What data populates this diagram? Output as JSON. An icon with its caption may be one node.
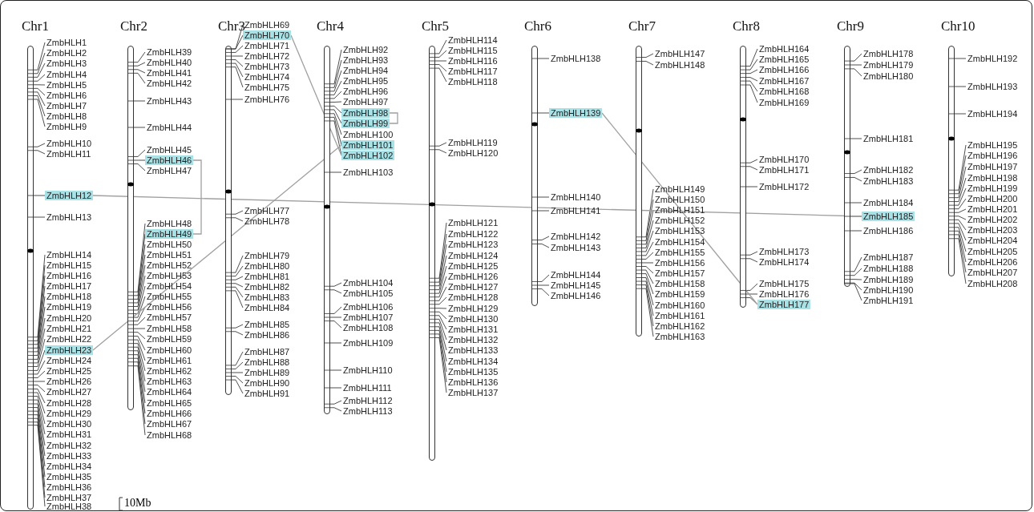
{
  "diagram": {
    "nodes": [
      {
        "text": [],
        "shape": "bar"
      },
      {
        "text": [
          "ZmbHLH1"
        ]
      },
      {
        "text": [
          "ZmbHLH2"
        ]
      },
      {
        "text": [
          "ZmbHLH3"
        ]
      },
      {
        "text": [
          "ZmbHLH4"
        ]
      },
      {
        "text": [
          "ZmbHLH5"
        ]
      },
      {
        "text": [
          "ZmbHLH6"
        ]
      },
      {
        "text": [
          "ZmbHLH7"
        ]
      },
      {
        "text": [
          "ZmbHLH8"
        ]
      },
      {
        "text": [
          "ZmbHLH9"
        ]
      },
      {
        "text": [
          "ZmbHLH10"
        ]
      },
      {
        "text": [
          "ZmbHLH11"
        ]
      },
      {
        "text": [
          "ZmbHLH12"
        ]
      },
      {
        "text": [
          "ZmbHLH13"
        ]
      },
      {
        "text": [
          "ZmbHLH14"
        ]
      },
      {
        "text": [
          "ZmbHLH15"
        ]
      },
      {
        "text": [
          "ZmbHLH16"
        ]
      },
      {
        "text": [
          "ZmbHLH17"
        ]
      },
      {
        "text": [
          "ZmbHLH18"
        ]
      },
      {
        "text": [
          "ZmbHLH19"
        ]
      },
      {
        "text": [
          "ZmbHLH20"
        ]
      },
      {
        "text": [
          "ZmbHLH21"
        ]
      },
      {
        "text": [
          "ZmbHLH22"
        ]
      },
      {
        "text": [
          "ZmbHLH23"
        ]
      },
      {
        "text": [
          "ZmbHLH24"
        ]
      },
      {
        "text": [
          "ZmbHLH25"
        ]
      },
      {
        "text": [
          "ZmbHLH26"
        ]
      },
      {
        "text": [
          "ZmbHLH27"
        ]
      },
      {
        "text": [
          "ZmbHLH28"
        ]
      },
      {
        "text": [
          "ZmbHLH29"
        ]
      },
      {
        "text": [
          "ZmbHLH30"
        ]
      },
      {
        "text": [
          "ZmbHLH31"
        ]
      },
      {
        "text": [
          "ZmbHLH32"
        ]
      },
      {
        "text": [
          "ZmbHLH33"
        ]
      },
      {
        "text": [
          "ZmbHLH34"
        ]
      },
      {
        "text": [
          "ZmbHLH35"
        ]
      },
      {
        "text": [
          "ZmbHLH36"
        ]
      },
      {
        "text": [
          "ZmbHLH37"
        ]
      },
      {
        "text": [
          "ZmbHLH38"
        ]
      },
      {
        "text": [],
        "shape": "bar"
      },
      {
        "text": [
          "ZmbHLH39"
        ]
      },
      {
        "text": [
          "ZmbHLH40"
        ]
      },
      {
        "text": [
          "ZmbHLH41"
        ]
      },
      {
        "text": [
          "ZmbHLH42"
        ]
      },
      {
        "text": [
          "ZmbHLH43"
        ]
      },
      {
        "text": [
          "ZmbHLH44"
        ]
      },
      {
        "text": [
          "ZmbHLH45"
        ]
      },
      {
        "text": [
          "ZmbHLH46"
        ]
      },
      {
        "text": [
          "ZmbHLH47"
        ]
      },
      {
        "text": [
          "ZmbHLH48"
        ]
      },
      {
        "text": [
          "ZmbHLH49"
        ]
      },
      {
        "text": [
          "ZmbHLH50"
        ]
      },
      {
        "text": [
          "ZmbHLH51"
        ]
      },
      {
        "text": [
          "ZmbHLH52"
        ]
      },
      {
        "text": [
          "ZmbHLH53"
        ]
      },
      {
        "text": [
          "ZmbHLH54"
        ]
      },
      {
        "text": [
          "ZmbHLH55"
        ]
      },
      {
        "text": [
          "ZmbHLH56"
        ]
      },
      {
        "text": [
          "ZmbHLH57"
        ]
      },
      {
        "text": [
          "ZmbHLH58"
        ]
      },
      {
        "text": [
          "ZmbHLH59"
        ]
      },
      {
        "text": [
          "ZmbHLH60"
        ]
      },
      {
        "text": [
          "ZmbHLH61"
        ]
      },
      {
        "text": [
          "ZmbHLH62"
        ]
      },
      {
        "text": [
          "ZmbHLH63"
        ]
      },
      {
        "text": [
          "ZmbHLH64"
        ]
      },
      {
        "text": [
          "ZmbHLH65"
        ]
      },
      {
        "text": [
          "ZmbHLH66"
        ]
      },
      {
        "text": [
          "ZmbHLH67"
        ]
      },
      {
        "text": [
          "ZmbHLH68"
        ]
      },
      {
        "text": [],
        "shape": "bar"
      },
      {
        "text": [
          "ZmbHLH69"
        ]
      },
      {
        "text": [
          "ZmbHLH70"
        ]
      },
      {
        "text": [
          "ZmbHLH71"
        ]
      },
      {
        "text": [
          "ZmbHLH72"
        ]
      },
      {
        "text": [
          "ZmbHLH73"
        ]
      },
      {
        "text": [
          "ZmbHLH74"
        ]
      },
      {
        "text": [
          "ZmbHLH75"
        ]
      },
      {
        "text": [
          "ZmbHLH76"
        ]
      },
      {
        "text": [
          "ZmbHLH77"
        ]
      },
      {
        "text": [
          "ZmbHLH78"
        ]
      },
      {
        "text": [
          "ZmbHLH79"
        ]
      },
      {
        "text": [
          "ZmbHLH80"
        ]
      },
      {
        "text": [
          "ZmbHLH81"
        ]
      },
      {
        "text": [
          "ZmbHLH82"
        ]
      },
      {
        "text": [
          "ZmbHLH83"
        ]
      },
      {
        "text": [
          "ZmbHLH84"
        ]
      },
      {
        "text": [
          "ZmbHLH85"
        ]
      },
      {
        "text": [
          "ZmbHLH86"
        ]
      },
      {
        "text": [
          "ZmbHLH87"
        ]
      },
      {
        "text": [
          "ZmbHLH88"
        ]
      },
      {
        "text": [
          "ZmbHLH89"
        ]
      },
      {
        "text": [
          "ZmbHLH90"
        ]
      },
      {
        "text": [
          "ZmbHLH91"
        ]
      },
      {
        "text": [],
        "shape": "bar"
      },
      {
        "text": [
          "ZmbHLH92"
        ]
      },
      {
        "text": [
          "ZmbHLH93"
        ]
      },
      {
        "text": [
          "ZmbHLH94"
        ]
      },
      {
        "text": [
          "ZmbHLH95"
        ]
      },
      {
        "text": [
          "ZmbHLH96"
        ]
      },
      {
        "text": [
          "ZmbHLH97"
        ]
      },
      {
        "text": [
          "ZmbHLH98"
        ]
      },
      {
        "text": [
          "ZmbHLH99"
        ]
      },
      {
        "text": [
          "ZmbHLH100"
        ]
      },
      {
        "text": [
          "ZmbHLH101"
        ]
      },
      {
        "text": [
          "ZmbHLH102"
        ]
      },
      {
        "text": [
          "ZmbHLH103"
        ]
      },
      {
        "text": [
          "ZmbHLH104"
        ]
      },
      {
        "text": [
          "ZmbHLH105"
        ]
      },
      {
        "text": [
          "ZmbHLH106"
        ]
      },
      {
        "text": [
          "ZmbHLH107"
        ]
      },
      {
        "text": [
          "ZmbHLH108"
        ]
      },
      {
        "text": [
          "ZmbHLH109"
        ]
      },
      {
        "text": [
          "ZmbHLH110"
        ]
      },
      {
        "text": [
          "ZmbHLH111"
        ]
      },
      {
        "text": [
          "ZmbHLH112"
        ]
      },
      {
        "text": [
          "ZmbHLH113"
        ]
      },
      {
        "text": [],
        "shape": "bar"
      },
      {
        "text": [
          "ZmbHLH114"
        ]
      },
      {
        "text": [
          "ZmbHLH115"
        ]
      },
      {
        "text": [
          "ZmbHLH116"
        ]
      },
      {
        "text": [
          "ZmbHLH117"
        ]
      },
      {
        "text": [
          "ZmbHLH118"
        ]
      },
      {
        "text": [
          "ZmbHLH119"
        ]
      },
      {
        "text": [
          "ZmbHLH120"
        ]
      },
      {
        "text": [
          "ZmbHLH121"
        ]
      },
      {
        "text": [
          "ZmbHLH122"
        ]
      },
      {
        "text": [
          "ZmbHLH123"
        ]
      },
      {
        "text": [
          "ZmbHLH124"
        ]
      },
      {
        "text": [
          "ZmbHLH125"
        ]
      },
      {
        "text": [
          "ZmbHLH126"
        ]
      },
      {
        "text": [
          "ZmbHLH127"
        ]
      },
      {
        "text": [
          "ZmbHLH128"
        ]
      },
      {
        "text": [
          "ZmbHLH129"
        ]
      },
      {
        "text": [
          "ZmbHLH130"
        ]
      },
      {
        "text": [
          "ZmbHLH131"
        ]
      },
      {
        "text": [
          "ZmbHLH132"
        ]
      },
      {
        "text": [
          "ZmbHLH133"
        ]
      },
      {
        "text": [
          "ZmbHLH134"
        ]
      },
      {
        "text": [
          "ZmbHLH135"
        ]
      },
      {
        "text": [
          "ZmbHLH136"
        ]
      },
      {
        "text": [
          "ZmbHLH137"
        ]
      },
      {
        "text": [],
        "shape": "bar"
      },
      {
        "text": [
          "ZmbHLH138"
        ]
      },
      {
        "text": [
          "ZmbHLH139"
        ]
      },
      {
        "text": [
          "ZmbHLH140"
        ]
      },
      {
        "text": [
          "ZmbHLH141"
        ]
      },
      {
        "text": [
          "ZmbHLH142"
        ]
      },
      {
        "text": [
          "ZmbHLH143"
        ]
      },
      {
        "text": [
          "ZmbHLH144"
        ]
      },
      {
        "text": [
          "ZmbHLH145"
        ]
      },
      {
        "text": [
          "ZmbHLH146"
        ]
      },
      {
        "text": [],
        "shape": "bar"
      },
      {
        "text": [
          "ZmbHLH147"
        ]
      },
      {
        "text": [
          "ZmbHLH148"
        ]
      },
      {
        "text": [
          "ZmbHLH149"
        ]
      },
      {
        "text": [
          "ZmbHLH150"
        ]
      },
      {
        "text": [
          "ZmbHLH151"
        ]
      },
      {
        "text": [
          "ZmbHLH152"
        ]
      },
      {
        "text": [
          "ZmbHLH153"
        ]
      },
      {
        "text": [
          "ZmbHLH154"
        ]
      },
      {
        "text": [
          "ZmbHLH155"
        ]
      },
      {
        "text": [
          "ZmbHLH156"
        ]
      },
      {
        "text": [
          "ZmbHLH157"
        ]
      },
      {
        "text": [
          "ZmbHLH158"
        ]
      },
      {
        "text": [
          "ZmbHLH159"
        ]
      },
      {
        "text": [
          "ZmbHLH160"
        ]
      },
      {
        "text": [
          "ZmbHLH161"
        ]
      },
      {
        "text": [
          "ZmbHLH162"
        ]
      },
      {
        "text": [
          "ZmbHLH163"
        ]
      },
      {
        "text": [],
        "shape": "bar"
      },
      {
        "text": [
          "ZmbHLH164"
        ]
      },
      {
        "text": [
          "ZmbHLH165"
        ]
      },
      {
        "text": [
          "ZmbHLH166"
        ]
      },
      {
        "text": [
          "ZmbHLH167"
        ]
      },
      {
        "text": [
          "ZmbHLH168"
        ]
      },
      {
        "text": [
          "ZmbHLH169"
        ]
      },
      {
        "text": [
          "ZmbHLH170"
        ]
      },
      {
        "text": [
          "ZmbHLH171"
        ]
      },
      {
        "text": [
          "ZmbHLH172"
        ]
      },
      {
        "text": [
          "ZmbHLH173"
        ]
      },
      {
        "text": [
          "ZmbHLH174"
        ]
      },
      {
        "text": [
          "ZmbHLH175"
        ]
      },
      {
        "text": [
          "ZmbHLH176"
        ]
      },
      {
        "text": [
          "ZmbHLH177"
        ]
      },
      {
        "text": [],
        "shape": "bar"
      },
      {
        "text": [
          "ZmbHLH178"
        ]
      },
      {
        "text": [
          "ZmbHLH179"
        ]
      },
      {
        "text": [
          "ZmbHLH180"
        ]
      },
      {
        "text": [
          "ZmbHLH181"
        ]
      },
      {
        "text": [
          "ZmbHLH182"
        ]
      },
      {
        "text": [
          "ZmbHLH183"
        ]
      },
      {
        "text": [
          "ZmbHLH184"
        ]
      },
      {
        "text": [
          "ZmbHLH185"
        ]
      },
      {
        "text": [
          "ZmbHLH186"
        ]
      },
      {
        "text": [
          "ZmbHLH187"
        ]
      },
      {
        "text": [
          "ZmbHLH188"
        ]
      },
      {
        "text": [
          "ZmbHLH189"
        ]
      },
      {
        "text": [
          "ZmbHLH190"
        ]
      },
      {
        "text": [
          "ZmbHLH191"
        ]
      },
      {
        "text": [],
        "shape": "bar"
      },
      {
        "text": [
          "ZmbHLH192"
        ]
      },
      {
        "text": [
          "ZmbHLH193"
        ]
      },
      {
        "text": [
          "ZmbHLH194"
        ]
      },
      {
        "text": [
          "ZmbHLH195"
        ]
      },
      {
        "text": [
          "ZmbHLH196"
        ]
      },
      {
        "text": [
          "ZmbHLH197"
        ]
      },
      {
        "text": [
          "ZmbHLH198"
        ]
      },
      {
        "text": [
          "ZmbHLH199"
        ]
      },
      {
        "text": [
          "ZmbHLH200"
        ]
      },
      {
        "text": [
          "ZmbHLH201"
        ]
      },
      {
        "text": [
          "ZmbHLH202"
        ]
      },
      {
        "text": [
          "ZmbHLH203"
        ]
      },
      {
        "text": [
          "ZmbHLH204"
        ]
      },
      {
        "text": [
          "ZmbHLH205"
        ]
      },
      {
        "text": [
          "ZmbHLH206"
        ]
      },
      {
        "text": [
          "ZmbHLH207"
        ]
      },
      {
        "text": [
          "ZmbHLH208"
        ]
      }
    ],
    "edges": [
      {
        "from": 1,
        "to": 0,
        "arrow": "none"
      },
      {
        "from": 2,
        "to": 0,
        "arrow": "none"
      },
      {
        "from": 3,
        "to": 0,
        "arrow": "none"
      },
      {
        "from": 4,
        "to": 0,
        "arrow": "none"
      },
      {
        "from": 5,
        "to": 0,
        "arrow": "none"
      },
      {
        "from": 6,
        "to": 0,
        "arrow": "none"
      },
      {
        "from": 7,
        "to": 0,
        "arrow": "none"
      },
      {
        "from": 8,
        "to": 0,
        "arrow": "none"
      },
      {
        "from": 9,
        "to": 0,
        "arrow": "none"
      },
      {
        "from": 10,
        "to": 0,
        "arrow": "none"
      },
      {
        "from": 11,
        "to": 0,
        "arrow": "none"
      },
      {
        "from": 12,
        "to": 0,
        "arrow": "none"
      },
      {
        "from": 13,
        "to": 0,
        "arrow": "none"
      },
      {
        "from": 14,
        "to": 0,
        "arrow": "none"
      },
      {
        "from": 15,
        "to": 0,
        "arrow": "none"
      },
      {
        "from": 16,
        "to": 0,
        "arrow": "none"
      },
      {
        "from": 17,
        "to": 0,
        "arrow": "none"
      },
      {
        "from": 18,
        "to": 0,
        "arrow": "none"
      },
      {
        "from": 19,
        "to": 0,
        "arrow": "none"
      },
      {
        "from": 20,
        "to": 0,
        "arrow": "none"
      },
      {
        "from": 21,
        "to": 0,
        "arrow": "none"
      },
      {
        "from": 22,
        "to": 0,
        "arrow": "none"
      },
      {
        "from": 23,
        "to": 0,
        "arrow": "none"
      },
      {
        "from": 24,
        "to": 0,
        "arrow": "none"
      },
      {
        "from": 25,
        "to": 0,
        "arrow": "none"
      },
      {
        "from": 26,
        "to": 0,
        "arrow": "none"
      },
      {
        "from": 27,
        "to": 0,
        "arrow": "none"
      },
      {
        "from": 28,
        "to": 0,
        "arrow": "none"
      },
      {
        "from": 29,
        "to": 0,
        "arrow": "none"
      },
      {
        "from": 30,
        "to": 0,
        "arrow": "none"
      },
      {
        "from": 31,
        "to": 0,
        "arrow": "none"
      },
      {
        "from": 32,
        "to": 0,
        "arrow": "none"
      },
      {
        "from": 33,
        "to": 0,
        "arrow": "none"
      },
      {
        "from": 34,
        "to": 0,
        "arrow": "none"
      },
      {
        "from": 35,
        "to": 0,
        "arrow": "none"
      },
      {
        "from": 36,
        "to": 0,
        "arrow": "none"
      },
      {
        "from": 37,
        "to": 0,
        "arrow": "none"
      },
      {
        "from": 38,
        "to": 0,
        "arrow": "none"
      },
      {
        "from": 40,
        "to": 39,
        "arrow": "none"
      },
      {
        "from": 41,
        "to": 39,
        "arrow": "none"
      },
      {
        "from": 42,
        "to": 39,
        "arrow": "none"
      },
      {
        "from": 43,
        "to": 39,
        "arrow": "none"
      },
      {
        "from": 44,
        "to": 39,
        "arrow": "none"
      },
      {
        "from": 45,
        "to": 39,
        "arrow": "none"
      },
      {
        "from": 46,
        "to": 39,
        "arrow": "none"
      },
      {
        "from": 47,
        "to": 39,
        "arrow": "none"
      },
      {
        "from": 48,
        "to": 39,
        "arrow": "none"
      },
      {
        "from": 49,
        "to": 39,
        "arrow": "none"
      },
      {
        "from": 50,
        "to": 39,
        "arrow": "none"
      },
      {
        "from": 51,
        "to": 39,
        "arrow": "none"
      },
      {
        "from": 52,
        "to": 39,
        "arrow": "none"
      },
      {
        "from": 53,
        "to": 39,
        "arrow": "none"
      },
      {
        "from": 54,
        "to": 39,
        "arrow": "none"
      },
      {
        "from": 55,
        "to": 39,
        "arrow": "none"
      },
      {
        "from": 56,
        "to": 39,
        "arrow": "none"
      },
      {
        "from": 57,
        "to": 39,
        "arrow": "none"
      },
      {
        "from": 58,
        "to": 39,
        "arrow": "none"
      },
      {
        "from": 59,
        "to": 39,
        "arrow": "none"
      },
      {
        "from": 60,
        "to": 39,
        "arrow": "none"
      },
      {
        "from": 61,
        "to": 39,
        "arrow": "none"
      },
      {
        "from": 62,
        "to": 39,
        "arrow": "none"
      },
      {
        "from": 63,
        "to": 39,
        "arrow": "none"
      },
      {
        "from": 64,
        "to": 39,
        "arrow": "none"
      },
      {
        "from": 65,
        "to": 39,
        "arrow": "none"
      },
      {
        "from": 66,
        "to": 39,
        "arrow": "none"
      },
      {
        "from": 67,
        "to": 39,
        "arrow": "none"
      },
      {
        "from": 68,
        "to": 39,
        "arrow": "none"
      },
      {
        "from": 69,
        "to": 39,
        "arrow": "none"
      },
      {
        "from": 71,
        "to": 70,
        "arrow": "none"
      },
      {
        "from": 72,
        "to": 70,
        "arrow": "none"
      },
      {
        "from": 73,
        "to": 70,
        "arrow": "none"
      },
      {
        "from": 74,
        "to": 70,
        "arrow": "none"
      },
      {
        "from": 75,
        "to": 70,
        "arrow": "none"
      },
      {
        "from": 76,
        "to": 70,
        "arrow": "none"
      },
      {
        "from": 77,
        "to": 70,
        "arrow": "none"
      },
      {
        "from": 78,
        "to": 70,
        "arrow": "none"
      },
      {
        "from": 79,
        "to": 70,
        "arrow": "none"
      },
      {
        "from": 80,
        "to": 70,
        "arrow": "none"
      },
      {
        "from": 81,
        "to": 70,
        "arrow": "none"
      },
      {
        "from": 82,
        "to": 70,
        "arrow": "none"
      },
      {
        "from": 83,
        "to": 70,
        "arrow": "none"
      },
      {
        "from": 84,
        "to": 70,
        "arrow": "none"
      },
      {
        "from": 85,
        "to": 70,
        "arrow": "none"
      },
      {
        "from": 86,
        "to": 70,
        "arrow": "none"
      },
      {
        "from": 87,
        "to": 70,
        "arrow": "none"
      },
      {
        "from": 88,
        "to": 70,
        "arrow": "none"
      },
      {
        "from": 89,
        "to": 70,
        "arrow": "none"
      },
      {
        "from": 90,
        "to": 70,
        "arrow": "none"
      },
      {
        "from": 91,
        "to": 70,
        "arrow": "none"
      },
      {
        "from": 92,
        "to": 70,
        "arrow": "none"
      },
      {
        "from": 93,
        "to": 70,
        "arrow": "none"
      },
      {
        "from": 95,
        "to": 94,
        "arrow": "none"
      },
      {
        "from": 96,
        "to": 94,
        "arrow": "none"
      },
      {
        "from": 97,
        "to": 94,
        "arrow": "none"
      },
      {
        "from": 98,
        "to": 94,
        "arrow": "none"
      },
      {
        "from": 99,
        "to": 94,
        "arrow": "none"
      },
      {
        "from": 100,
        "to": 94,
        "arrow": "none"
      },
      {
        "from": 101,
        "to": 94,
        "arrow": "none"
      },
      {
        "from": 102,
        "to": 94,
        "arrow": "none"
      },
      {
        "from": 103,
        "to": 94,
        "arrow": "none"
      },
      {
        "from": 104,
        "to": 94,
        "arrow": "none"
      },
      {
        "from": 105,
        "to": 94,
        "arrow": "none"
      },
      {
        "from": 106,
        "to": 94,
        "arrow": "none"
      },
      {
        "from": 107,
        "to": 94,
        "arrow": "none"
      },
      {
        "from": 108,
        "to": 94,
        "arrow": "none"
      },
      {
        "from": 109,
        "to": 94,
        "arrow": "none"
      },
      {
        "from": 110,
        "to": 94,
        "arrow": "none"
      },
      {
        "from": 111,
        "to": 94,
        "arrow": "none"
      },
      {
        "from": 112,
        "to": 94,
        "arrow": "none"
      },
      {
        "from": 113,
        "to": 94,
        "arrow": "none"
      },
      {
        "from": 114,
        "to": 94,
        "arrow": "none"
      },
      {
        "from": 115,
        "to": 94,
        "arrow": "none"
      },
      {
        "from": 116,
        "to": 94,
        "arrow": "none"
      },
      {
        "from": 118,
        "to": 117,
        "arrow": "none"
      },
      {
        "from": 119,
        "to": 117,
        "arrow": "none"
      },
      {
        "from": 120,
        "to": 117,
        "arrow": "none"
      },
      {
        "from": 121,
        "to": 117,
        "arrow": "none"
      },
      {
        "from": 122,
        "to": 117,
        "arrow": "none"
      },
      {
        "from": 123,
        "to": 117,
        "arrow": "none"
      },
      {
        "from": 124,
        "to": 117,
        "arrow": "none"
      },
      {
        "from": 125,
        "to": 117,
        "arrow": "none"
      },
      {
        "from": 126,
        "to": 117,
        "arrow": "none"
      },
      {
        "from": 127,
        "to": 117,
        "arrow": "none"
      },
      {
        "from": 128,
        "to": 117,
        "arrow": "none"
      },
      {
        "from": 129,
        "to": 117,
        "arrow": "none"
      },
      {
        "from": 130,
        "to": 117,
        "arrow": "none"
      },
      {
        "from": 131,
        "to": 117,
        "arrow": "none"
      },
      {
        "from": 132,
        "to": 117,
        "arrow": "none"
      },
      {
        "from": 133,
        "to": 117,
        "arrow": "none"
      },
      {
        "from": 134,
        "to": 117,
        "arrow": "none"
      },
      {
        "from": 135,
        "to": 117,
        "arrow": "none"
      },
      {
        "from": 136,
        "to": 117,
        "arrow": "none"
      },
      {
        "from": 137,
        "to": 117,
        "arrow": "none"
      },
      {
        "from": 138,
        "to": 117,
        "arrow": "none"
      },
      {
        "from": 139,
        "to": 117,
        "arrow": "none"
      },
      {
        "from": 140,
        "to": 117,
        "arrow": "none"
      },
      {
        "from": 141,
        "to": 117,
        "arrow": "none"
      },
      {
        "from": 143,
        "to": 142,
        "arrow": "none"
      },
      {
        "from": 144,
        "to": 142,
        "arrow": "none"
      },
      {
        "from": 145,
        "to": 142,
        "arrow": "none"
      },
      {
        "from": 146,
        "to": 142,
        "arrow": "none"
      },
      {
        "from": 147,
        "to": 142,
        "arrow": "none"
      },
      {
        "from": 148,
        "to": 142,
        "arrow": "none"
      },
      {
        "from": 149,
        "to": 142,
        "arrow": "none"
      },
      {
        "from": 150,
        "to": 142,
        "arrow": "none"
      },
      {
        "from": 151,
        "to": 142,
        "arrow": "none"
      },
      {
        "from": 153,
        "to": 152,
        "arrow": "none"
      },
      {
        "from": 154,
        "to": 152,
        "arrow": "none"
      },
      {
        "from": 155,
        "to": 152,
        "arrow": "none"
      },
      {
        "from": 156,
        "to": 152,
        "arrow": "none"
      },
      {
        "from": 157,
        "to": 152,
        "arrow": "none"
      },
      {
        "from": 158,
        "to": 152,
        "arrow": "none"
      },
      {
        "from": 159,
        "to": 152,
        "arrow": "none"
      },
      {
        "from": 160,
        "to": 152,
        "arrow": "none"
      },
      {
        "from": 161,
        "to": 152,
        "arrow": "none"
      },
      {
        "from": 162,
        "to": 152,
        "arrow": "none"
      },
      {
        "from": 163,
        "to": 152,
        "arrow": "none"
      },
      {
        "from": 164,
        "to": 152,
        "arrow": "none"
      },
      {
        "from": 165,
        "to": 152,
        "arrow": "none"
      },
      {
        "from": 166,
        "to": 152,
        "arrow": "none"
      },
      {
        "from": 167,
        "to": 152,
        "arrow": "none"
      },
      {
        "from": 168,
        "to": 152,
        "arrow": "none"
      },
      {
        "from": 169,
        "to": 152,
        "arrow": "none"
      },
      {
        "from": 171,
        "to": 170,
        "arrow": "none"
      },
      {
        "from": 172,
        "to": 170,
        "arrow": "none"
      },
      {
        "from": 173,
        "to": 170,
        "arrow": "none"
      },
      {
        "from": 174,
        "to": 170,
        "arrow": "none"
      },
      {
        "from": 175,
        "to": 170,
        "arrow": "none"
      },
      {
        "from": 176,
        "to": 170,
        "arrow": "none"
      },
      {
        "from": 177,
        "to": 170,
        "arrow": "none"
      },
      {
        "from": 178,
        "to": 170,
        "arrow": "none"
      },
      {
        "from": 179,
        "to": 170,
        "arrow": "none"
      },
      {
        "from": 180,
        "to": 170,
        "arrow": "none"
      },
      {
        "from": 181,
        "to": 170,
        "arrow": "none"
      },
      {
        "from": 182,
        "to": 170,
        "arrow": "none"
      },
      {
        "from": 183,
        "to": 170,
        "arrow": "none"
      },
      {
        "from": 184,
        "to": 170,
        "arrow": "none"
      },
      {
        "from": 186,
        "to": 185,
        "arrow": "none"
      },
      {
        "from": 187,
        "to": 185,
        "arrow": "none"
      },
      {
        "from": 188,
        "to": 185,
        "arrow": "none"
      },
      {
        "from": 189,
        "to": 185,
        "arrow": "none"
      },
      {
        "from": 190,
        "to": 185,
        "arrow": "none"
      },
      {
        "from": 191,
        "to": 185,
        "arrow": "none"
      },
      {
        "from": 192,
        "to": 185,
        "arrow": "none"
      },
      {
        "from": 193,
        "to": 185,
        "arrow": "none"
      },
      {
        "from": 194,
        "to": 185,
        "arrow": "none"
      },
      {
        "from": 195,
        "to": 185,
        "arrow": "none"
      },
      {
        "from": 196,
        "to": 185,
        "arrow": "none"
      },
      {
        "from": 197,
        "to": 185,
        "arrow": "none"
      },
      {
        "from": 198,
        "to": 185,
        "arrow": "none"
      },
      {
        "from": 199,
        "to": 185,
        "arrow": "none"
      },
      {
        "from": 201,
        "to": 200,
        "arrow": "none"
      },
      {
        "from": 202,
        "to": 200,
        "arrow": "none"
      },
      {
        "from": 203,
        "to": 200,
        "arrow": "none"
      },
      {
        "from": 204,
        "to": 200,
        "arrow": "none"
      },
      {
        "from": 205,
        "to": 200,
        "arrow": "none"
      },
      {
        "from": 206,
        "to": 200,
        "arrow": "none"
      },
      {
        "from": 207,
        "to": 200,
        "arrow": "none"
      },
      {
        "from": 208,
        "to": 200,
        "arrow": "none"
      },
      {
        "from": 209,
        "to": 200,
        "arrow": "none"
      },
      {
        "from": 210,
        "to": 200,
        "arrow": "none"
      },
      {
        "from": 211,
        "to": 200,
        "arrow": "none"
      },
      {
        "from": 212,
        "to": 200,
        "arrow": "none"
      },
      {
        "from": 213,
        "to": 200,
        "arrow": "none"
      },
      {
        "from": 214,
        "to": 200,
        "arrow": "none"
      },
      {
        "from": 215,
        "to": 200,
        "arrow": "none"
      },
      {
        "from": 216,
        "to": 200,
        "arrow": "none"
      },
      {
        "from": 217,
        "to": 200,
        "arrow": "none"
      },
      {
        "from": 12,
        "to": 193,
        "arrow": "none",
        "color": "#a0a0a0"
      },
      {
        "from": 23,
        "to": 104,
        "arrow": "none",
        "color": "#a0a0a0"
      },
      {
        "from": 47,
        "to": 50,
        "arrow": "none",
        "color": "#a0a0a0"
      },
      {
        "from": 72,
        "to": 105,
        "arrow": "none",
        "color": "#a0a0a0"
      },
      {
        "from": 101,
        "to": 102,
        "arrow": "none",
        "color": "#a0a0a0"
      },
      {
        "from": 144,
        "to": 184,
        "arrow": "none",
        "color": "#a0a0a0"
      }
    ],
    "labels": [
      "Chr1",
      "Chr2",
      "Chr3",
      "Chr4",
      "Chr5",
      "Chr6",
      "Chr7",
      "Chr8",
      "Chr9",
      "Chr10",
      "10Mb"
    ]
  }
}
